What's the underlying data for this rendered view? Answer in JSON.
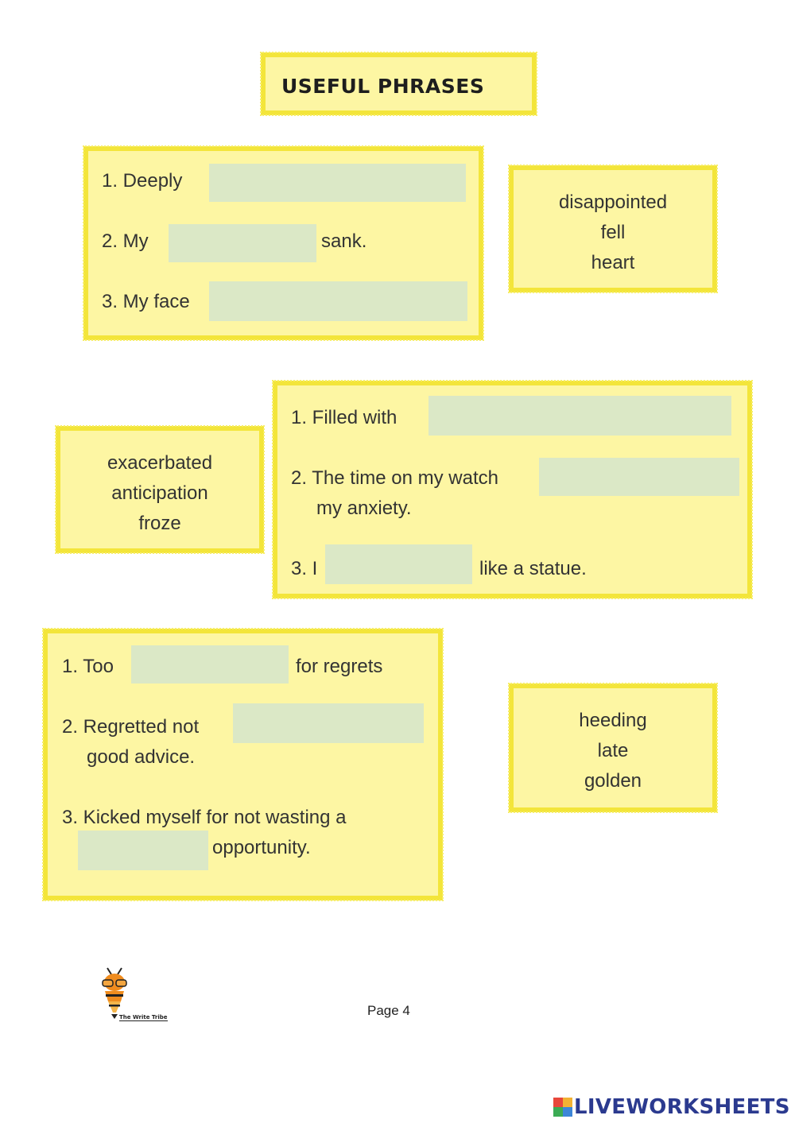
{
  "title": "USEFUL PHRASES",
  "section1": {
    "line1": "1. Deeply",
    "line2_a": "2. My",
    "line2_b": "sank.",
    "line3": "3. My face",
    "words": [
      "disappointed",
      "fell",
      "heart"
    ]
  },
  "section2": {
    "words": [
      "exacerbated",
      "anticipation",
      "froze"
    ],
    "line1": "1. Filled with",
    "line2_a": "2. The time on my watch",
    "line2_b": "my anxiety.",
    "line3_a": "3. I",
    "line3_b": "like a statue."
  },
  "section3": {
    "line1_a": "1. Too",
    "line1_b": "for regrets",
    "line2_a": "2. Regretted not",
    "line2_b": "good advice.",
    "line3_a": "3. Kicked myself for not wasting a",
    "line3_b": "opportunity.",
    "words": [
      "heeding",
      "late",
      "golden"
    ]
  },
  "footer": {
    "page": "Page 4",
    "logo_text": "The Write Tribe",
    "brand": "LIVEWORKSHEETS"
  },
  "colors": {
    "card_fill": "#fdf6a3",
    "card_border": "#f3e53a",
    "blank_fill": "#dbe8c6",
    "brand_blue": "#2b3a8f"
  }
}
